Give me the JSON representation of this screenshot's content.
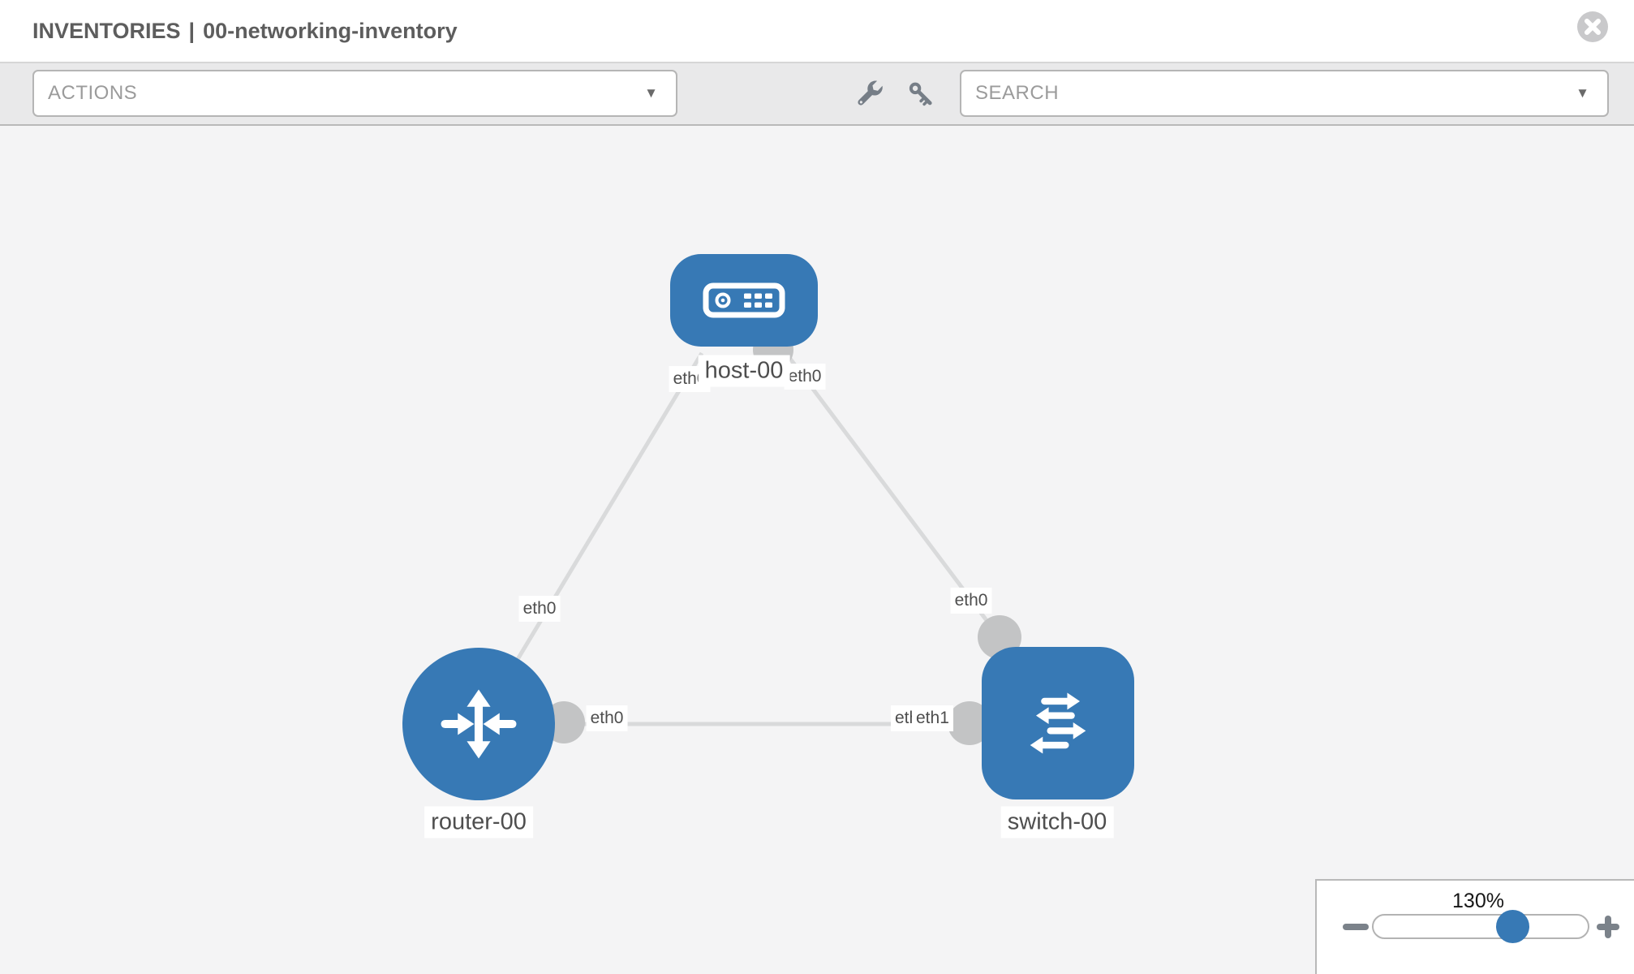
{
  "header": {
    "section": "INVENTORIES",
    "separator": "|",
    "inventory_name": "00-networking-inventory"
  },
  "toolbar": {
    "actions_label": "ACTIONS",
    "search_label": "SEARCH"
  },
  "icons": {
    "close": "circle-x",
    "wrench": "wrench",
    "key": "key",
    "caret": "▼",
    "zoom_out": "−",
    "zoom_in": "+"
  },
  "colors": {
    "node_blue": "#3779b5",
    "link_gray": "#d9dadb",
    "connector_gray": "#c3c4c5",
    "canvas_bg": "#f4f4f5",
    "toolbar_bg": "#e9e9ea",
    "label_text": "#4e4e4e"
  },
  "topology": {
    "nodes": [
      {
        "id": "host-00",
        "label": "host-00",
        "type": "host",
        "shape": "rounded-rect",
        "icon": "server-icon"
      },
      {
        "id": "router-00",
        "label": "router-00",
        "type": "router",
        "shape": "circle",
        "icon": "router-arrows-icon"
      },
      {
        "id": "switch-00",
        "label": "switch-00",
        "type": "switch",
        "shape": "rounded-square",
        "icon": "switch-arrows-icon"
      }
    ],
    "links": [
      {
        "from": "router-00",
        "from_interface": "eth0",
        "to": "host-00",
        "to_interface": "eth0"
      },
      {
        "from": "host-00",
        "from_interface": "eth0",
        "to": "switch-00",
        "to_interface": "eth0"
      },
      {
        "from": "router-00",
        "from_interface": "eth0",
        "to": "switch-00",
        "to_interface": "eth1",
        "to_interface_overlapped": "eth0"
      }
    ]
  },
  "zoom_control": {
    "level": "130%"
  }
}
